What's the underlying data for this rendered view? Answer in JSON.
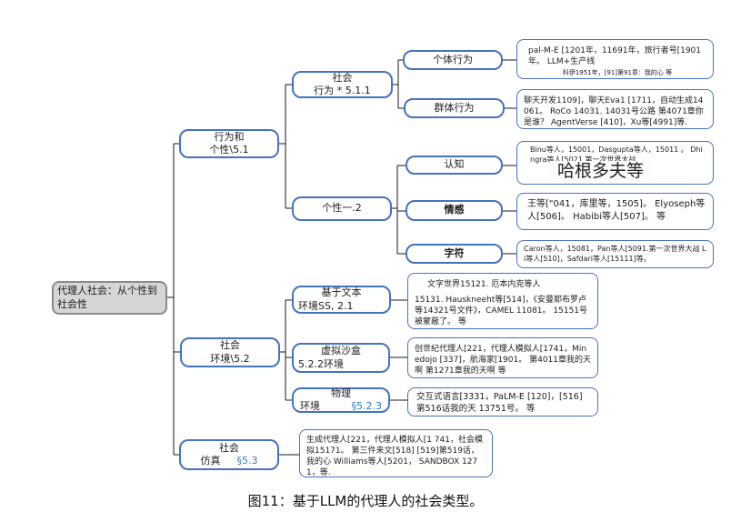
{
  "colors": {
    "node_border": "#4472c4",
    "ref_blue": "#2d7dd2",
    "root_fill": "#d6d6d6",
    "root_border": "#8a8a8a",
    "line": "#1a1a1a"
  },
  "root": {
    "label": "代理人社会：从个性到社会性"
  },
  "nodes": {
    "behavior": {
      "line1": "行为和",
      "line2": "个性\\5.1"
    },
    "social_behavior": {
      "line1": "社会",
      "line2": "行为 * 5.1.1"
    },
    "individual": {
      "label": "个体行为"
    },
    "group": {
      "label": "群体行为"
    },
    "personality": {
      "label": "个性一.2"
    },
    "cognition": {
      "label": "认知"
    },
    "emotion": {
      "label": "情感"
    },
    "character": {
      "label": "字符"
    },
    "environment": {
      "line1": "社会",
      "line2": "环境\\5.2"
    },
    "text_env": {
      "line1": "基于文本",
      "line2": "环境SS, 2.1"
    },
    "sandbox": {
      "line1": "虚拟沙盒",
      "line2": "5.2.2环境"
    },
    "physical": {
      "line1": "物理",
      "line2": "环境",
      "ref": "§5.2.3"
    },
    "simulation": {
      "line1": "社会",
      "line2": "仿真",
      "ref": "§5.3"
    }
  },
  "refs": {
    "individual": {
      "main": "pal-M-E [1201年，11691年，旅行者号[1901年。 LLM+生产线",
      "small": "科伊1951年，[91]第91章：我的心 等"
    },
    "group": {
      "main": "聊天开发1109]，聊天Eva1 [1711，自动生成14 061。 RoCo 14031. 14031号公路 第4071章你是谁？ AgentVerse [410]，Xu等[4991]等."
    },
    "cognition": {
      "small": "Binu等人，15001，Dasgupta等人，15011 。 Dhingra等人[5021.第一次世界大战",
      "big": "哈根多夫等"
    },
    "emotion": {
      "main": "王等[\"041，库里等，1505]。 Elyoseph等人[506]。 Habibi等人[507]。 等"
    },
    "character": {
      "main": "Caron等人，15081，Pan等人[5091.第一次世界大战 Li等人[510]，Safdari等人[15111]等。"
    },
    "text_env": {
      "head": "文字世界15121. 厄本内克等人",
      "body": "15131. Hauskneeht等[514]，《安曼耶布罗卢等14321号文件》，CAMEL 11081。 15151号被蒙蔽了。 等"
    },
    "sandbox": {
      "main": "创世纪代理人[221，代理人模拟人[1741，Minedojo [337]，航海家[1901。 第4011章我的天啊 第1271章我的天啊 等"
    },
    "physical": {
      "main": "交互式语言[3331，PaLM-E [120]，[516]第516话我的天 13751号。 等"
    },
    "simulation": {
      "main": "生成代理人[221，代理人模拟人[1 741，社会模拟15171。 第三件来文[518] [519]第519话，我的心 Williams等人[5201， SANDBOX 1271，等."
    }
  },
  "caption": "图11：基于LLM的代理人的社会类型。"
}
